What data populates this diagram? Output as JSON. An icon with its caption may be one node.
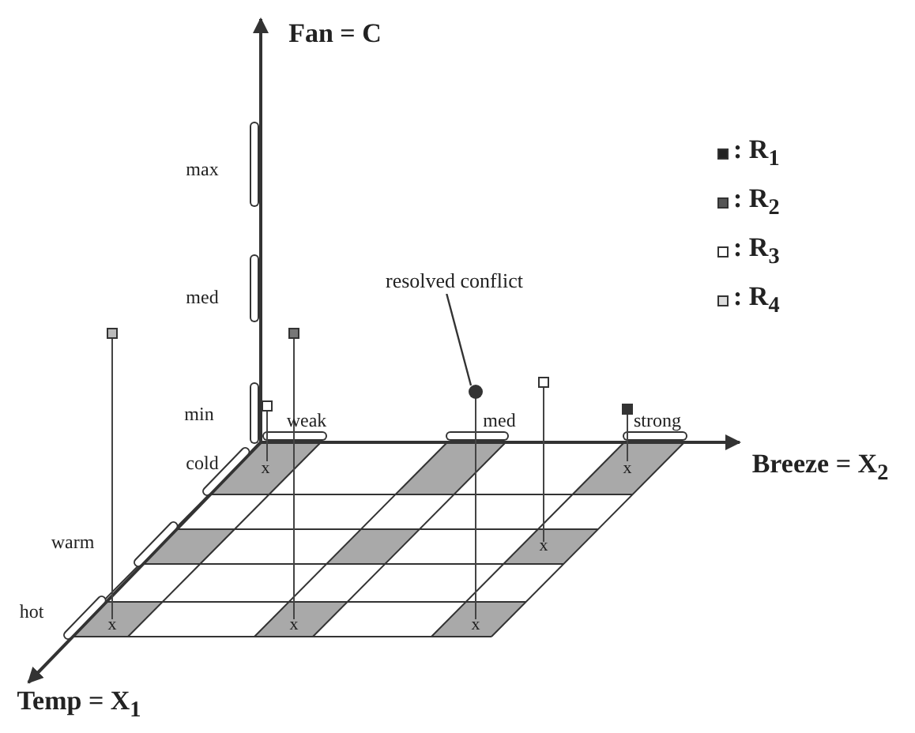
{
  "diagram": {
    "nodes": [
      {
        "text": [
          "resolved conflict"
        ]
      },
      {
        "text": [],
        "shape": "circle"
      }
    ],
    "edges": [
      {
        "from": 0,
        "to": 1,
        "arrow": "none"
      }
    ],
    "labels": [
      "Fan = C",
      "max",
      "med",
      "min",
      "weak",
      "med",
      "strong",
      "cold",
      "x",
      "x",
      "Breeze = X$_{2}$",
      "warm",
      "x",
      "hot",
      "x",
      "x",
      "x",
      "Temp = X$_{1}$"
    ],
    "legend": [
      {
        "text": ": R$_{1}$"
      },
      {
        "text": ": R$_{2}$"
      },
      {
        "text": ": R$_{3}$"
      },
      {
        "text": ": R$_{4}$"
      }
    ]
  }
}
